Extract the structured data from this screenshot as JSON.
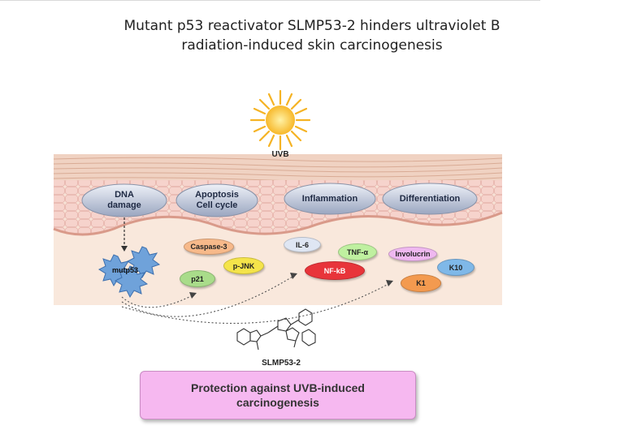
{
  "title": {
    "line1": "Mutant p53 reactivator SLMP53-2 hinders ultraviolet B",
    "line2": "radiation-induced skin carcinogenesis"
  },
  "uvb_label": "UVB",
  "processes": [
    {
      "line1": "DNA",
      "line2": "damage"
    },
    {
      "line1": "Apoptosis",
      "line2": "Cell cycle"
    },
    {
      "line1": "Inflammation",
      "line2": ""
    },
    {
      "line1": "Differentiation",
      "line2": ""
    }
  ],
  "mutp53_label": "mutp53",
  "markers": {
    "caspase3": "Caspase-3",
    "pjnk": "p-JNK",
    "p21": "p21",
    "il6": "IL-6",
    "tnfa": "TNF-α",
    "nfkb": "NF-kB",
    "involucrin": "Involucrin",
    "k10": "K10",
    "k1": "K1"
  },
  "compound_label": "SLMP53-2",
  "protection": {
    "line1": "Protection against UVB-induced",
    "line2": "carcinogenesis"
  },
  "colors": {
    "caspase3": "#f7b98a",
    "pjnk": "#f5e44a",
    "p21": "#a9dc8a",
    "il6": "#dfe6f3",
    "tnfa": "#bff0a0",
    "nfkb": "#e8343a",
    "involucrin": "#efb8f0",
    "k10": "#7fb8e8",
    "k1": "#f39a4f",
    "protection_box": "#f6b8f0",
    "skin_base": "#f7e0d4",
    "star": "#6fa2da"
  }
}
